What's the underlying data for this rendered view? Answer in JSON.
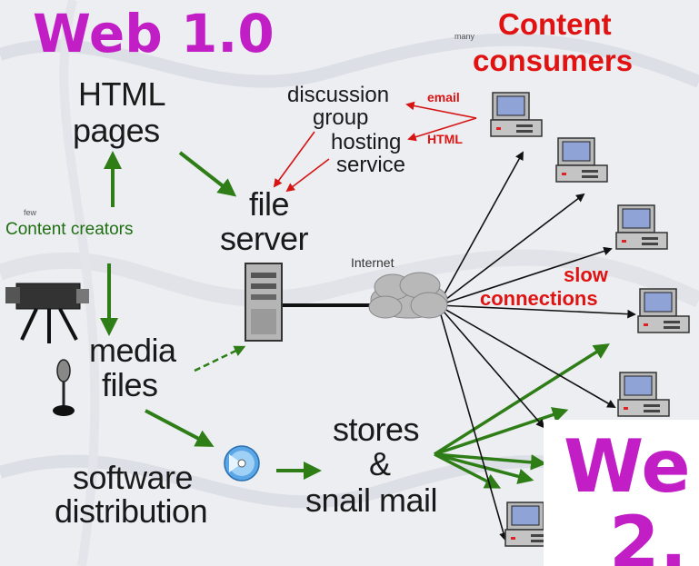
{
  "title": "Web 1.0",
  "consumers": {
    "small": "many",
    "line1": "Content",
    "line2": "consumers"
  },
  "creators": {
    "small": "few",
    "label": "Content creators"
  },
  "nodes": {
    "html_pages": [
      "HTML",
      "pages"
    ],
    "discussion_group": [
      "discussion",
      "group"
    ],
    "hosting_service": [
      "hosting",
      "service"
    ],
    "file_server": [
      "file",
      "server"
    ],
    "internet": "Internet",
    "media_files": [
      "media",
      "files"
    ],
    "software_distribution": [
      "software",
      "distribution"
    ],
    "stores": [
      "stores",
      "&",
      "snail mail"
    ]
  },
  "edge_labels": {
    "email": "email",
    "html": "HTML",
    "slow_connections": [
      "slow",
      "connections"
    ]
  },
  "corner_overlay": [
    "We",
    "2."
  ],
  "colors": {
    "title": "#c21ec6",
    "green_arrow": "#2e7d17",
    "red_arrow": "#d61414",
    "black_arrow": "#111111",
    "red_text": "#e01212",
    "green_text": "#1f6f12"
  }
}
